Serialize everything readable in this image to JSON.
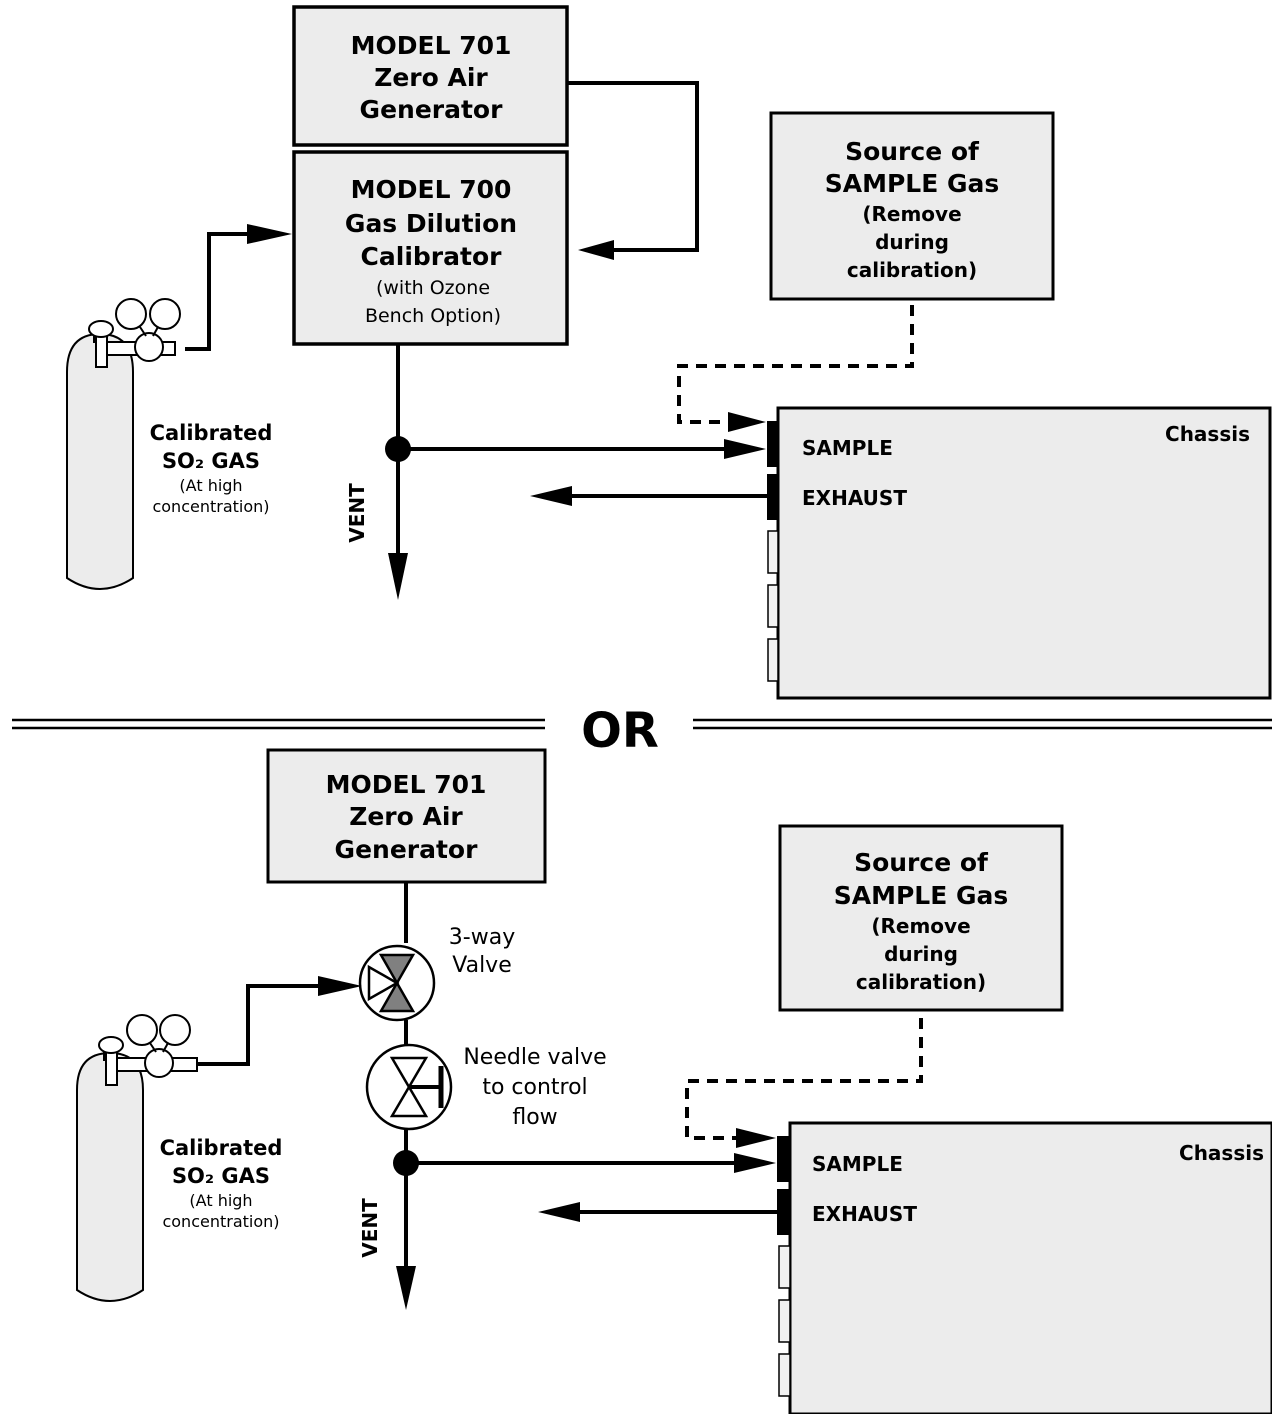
{
  "top": {
    "zero_air_generator": [
      "MODEL 701",
      "Zero Air",
      "Generator"
    ],
    "calibrator_bold": [
      "MODEL 700",
      "Gas Dilution",
      "Calibrator"
    ],
    "calibrator_regular": [
      "(with Ozone",
      "Bench Option)"
    ],
    "sample_source_bold": [
      "Source of",
      "SAMPLE Gas"
    ],
    "sample_source_sub": [
      "(Remove",
      "during",
      "calibration)"
    ],
    "cylinder_label": [
      "Calibrated",
      "SO₂ GAS"
    ],
    "cylinder_sub": [
      "(At high",
      "concentration)"
    ],
    "vent_label": "VENT",
    "chassis_label": "Chassis",
    "sample_port_label": "SAMPLE",
    "exhaust_port_label": "EXHAUST"
  },
  "separator_text": "OR",
  "bottom": {
    "zero_air_generator": [
      "MODEL 701",
      "Zero Air",
      "Generator"
    ],
    "sample_source_bold": [
      "Source of",
      "SAMPLE Gas"
    ],
    "sample_source_sub": [
      "(Remove",
      "during",
      "calibration)"
    ],
    "three_way_valve_label": [
      "3-way",
      "Valve"
    ],
    "needle_valve_label": [
      "Needle valve",
      "to control",
      "flow"
    ],
    "cylinder_label": [
      "Calibrated",
      "SO₂ GAS"
    ],
    "cylinder_sub": [
      "(At high",
      "concentration)"
    ],
    "vent_label": "VENT",
    "chassis_label": "Chassis",
    "sample_port_label": "SAMPLE",
    "exhaust_port_label": "EXHAUST"
  },
  "colors": {
    "box_fill": "#ececec",
    "valve_shade": "#808080",
    "line": "#000000"
  }
}
